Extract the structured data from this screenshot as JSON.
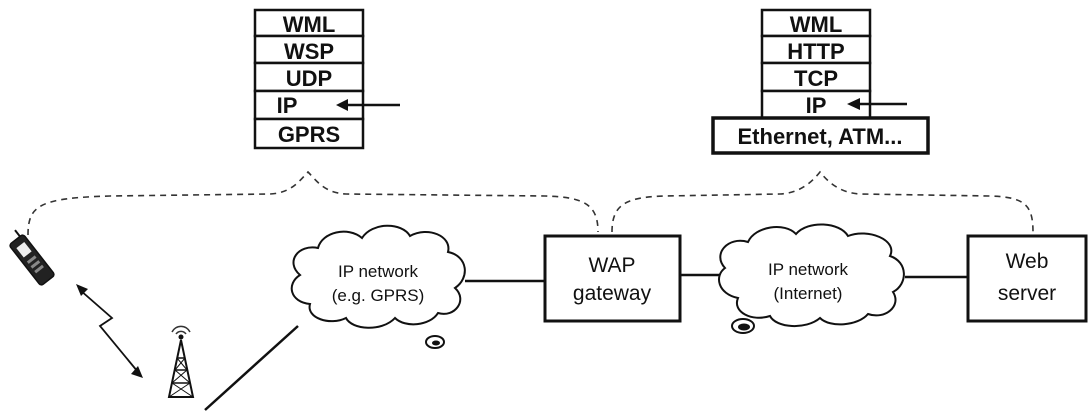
{
  "left_stack": {
    "layers": [
      "WML",
      "WSP",
      "UDP",
      "IP",
      "GPRS"
    ]
  },
  "right_stack": {
    "layers": [
      "WML",
      "HTTP",
      "TCP",
      "IP"
    ],
    "base": "Ethernet, ATM..."
  },
  "nodes": {
    "ip_network_gprs": [
      "IP network",
      "(e.g. GPRS)"
    ],
    "wap_gateway": [
      "WAP",
      "gateway"
    ],
    "ip_network_internet": [
      "IP network",
      "(Internet)"
    ],
    "web_server": [
      "Web",
      "server"
    ]
  },
  "icons": {
    "mobile_phone": "mobile-phone-icon",
    "antenna_tower": "antenna-tower-icon",
    "wireless_link": "wireless-link-icon",
    "pointer_arrow": "arrow-left-icon"
  },
  "colors": {
    "stroke": "#111111",
    "background": "#ffffff"
  }
}
